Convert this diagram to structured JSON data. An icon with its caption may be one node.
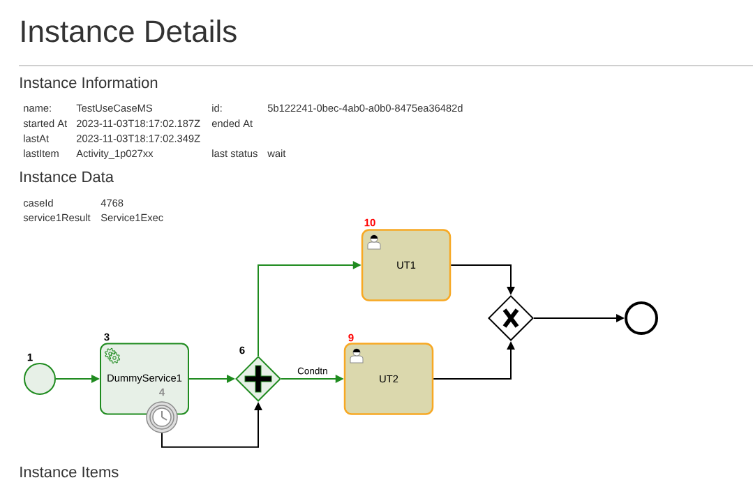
{
  "diagram": {
    "title": "Instance Details",
    "nodes": [
      {
        "text": [],
        "shape": "circle",
        "beside": [
          "1"
        ]
      },
      {
        "text": [
          "DummyService1"
        ],
        "beside": [
          "3"
        ]
      },
      {
        "text": [],
        "shape": "circle",
        "beside": [
          "4"
        ]
      },
      {
        "text": [],
        "shape": "diamond",
        "beside": [
          "6"
        ]
      },
      {
        "text": [
          "UT1"
        ],
        "beside": [
          "10"
        ]
      },
      {
        "text": [
          "UT2"
        ],
        "beside": [
          "9"
        ]
      },
      {
        "text": [],
        "shape": "diamond"
      },
      {
        "text": [],
        "shape": "circle"
      }
    ],
    "edges": [
      {
        "from": 0,
        "to": 1,
        "arrow": "to",
        "color": "#1f8b1f"
      },
      {
        "from": 1,
        "to": 3,
        "arrow": "to",
        "color": "#1f8b1f"
      },
      {
        "from": 2,
        "to": 3,
        "arrow": "to",
        "color": "#000000"
      },
      {
        "from": 3,
        "to": 4,
        "arrow": "to",
        "color": "#1f8b1f"
      },
      {
        "from": 3,
        "to": 5,
        "arrow": "to",
        "color": "#1f8b1f",
        "label": "Condtn"
      },
      {
        "from": 4,
        "to": 6,
        "arrow": "to",
        "color": "#000000"
      },
      {
        "from": 5,
        "to": 6,
        "arrow": "to",
        "color": "#000000"
      },
      {
        "from": 6,
        "to": 7,
        "arrow": "to",
        "color": "#000000"
      }
    ],
    "labels": [
      "Instance Information",
      "name:",
      "TestUseCaseMS",
      "id:",
      "5b122241-0bec-4ab0-a0b0-8475ea36482d",
      "started At",
      "2023-11-03T18:17:02.187Z",
      "ended At",
      "lastAt",
      "2023-11-03T18:17:02.349Z",
      "lastItem",
      "Activity_1p027xx",
      "last status",
      "wait",
      "Instance Data",
      "caseId",
      "4768",
      "service1Result",
      "Service1Exec",
      "Instance Items"
    ]
  }
}
